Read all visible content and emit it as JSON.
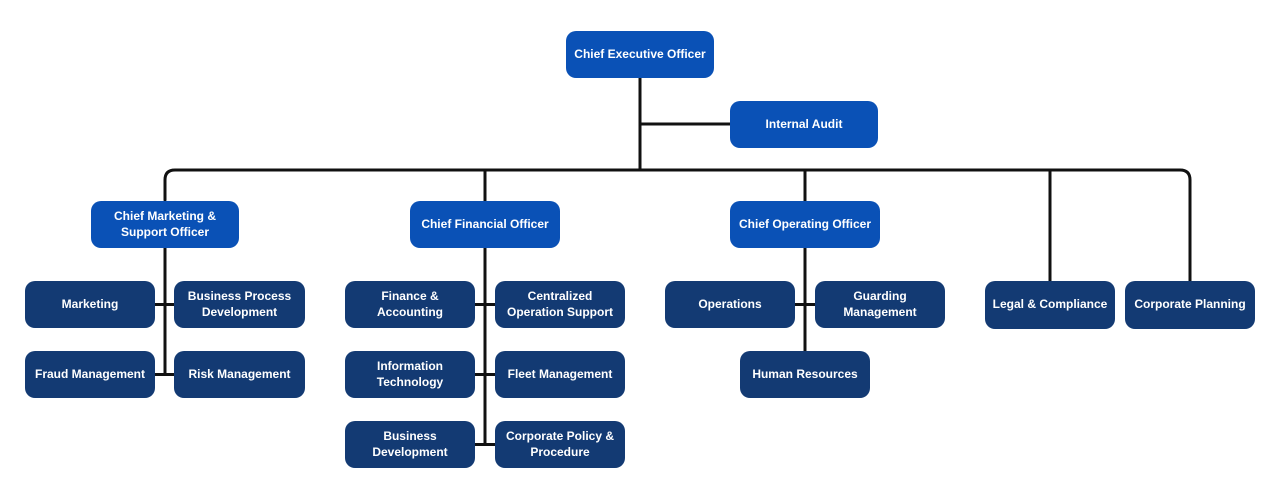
{
  "colors": {
    "executive_box": "#0a51b6",
    "department_box": "#133a73",
    "connector": "#111111",
    "box_text": "#ffffff",
    "background": "#ffffff"
  },
  "hierarchy": {
    "label": "Chief Executive Officer",
    "assistant": {
      "label": "Internal Audit"
    },
    "children": [
      {
        "label": "Chief Marketing & Support Officer",
        "children": [
          {
            "label": "Marketing"
          },
          {
            "label": "Business Process Development"
          },
          {
            "label": "Fraud Management"
          },
          {
            "label": "Risk Management"
          }
        ]
      },
      {
        "label": "Chief Financial Officer",
        "children": [
          {
            "label": "Finance & Accounting"
          },
          {
            "label": "Centralized Operation Support"
          },
          {
            "label": "Information Technology"
          },
          {
            "label": "Fleet Management"
          },
          {
            "label": "Business Development"
          },
          {
            "label": "Corporate Policy & Procedure"
          }
        ]
      },
      {
        "label": "Chief Operating Officer",
        "children": [
          {
            "label": "Operations"
          },
          {
            "label": "Guarding Management"
          },
          {
            "label": "Human Resources"
          }
        ]
      },
      {
        "label": "Legal & Compliance"
      },
      {
        "label": "Corporate Planning"
      }
    ]
  }
}
